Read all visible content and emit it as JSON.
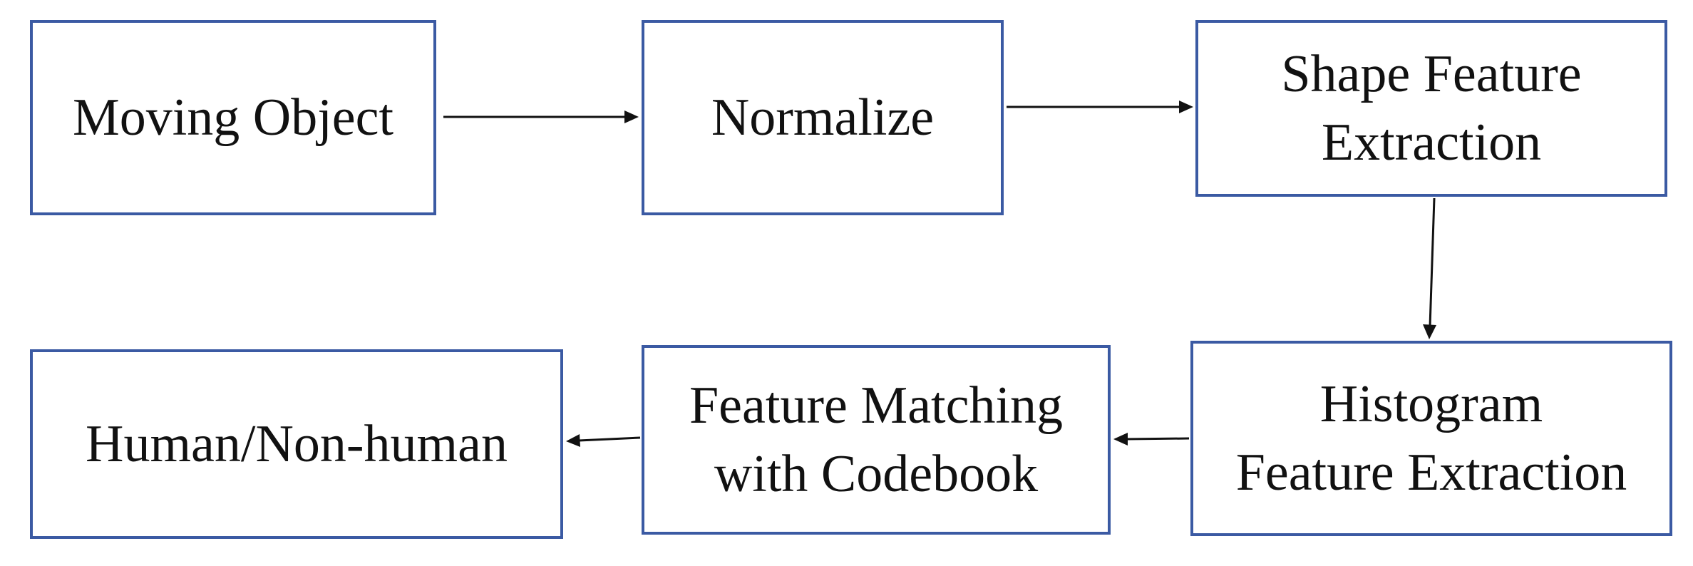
{
  "diagram": {
    "colors": {
      "box_border": "#3b5aa3",
      "arrow": "#111111",
      "text": "#111111"
    },
    "nodes": {
      "moving_object": "Moving Object",
      "normalize": "Normalize",
      "shape_feature_extraction": "Shape Feature\nExtraction",
      "histogram_feature_extraction": "Histogram\nFeature Extraction",
      "feature_matching": "Feature Matching\nwith Codebook",
      "human_nonhuman": "Human/Non-human"
    },
    "edges": [
      {
        "from": "moving_object",
        "to": "normalize"
      },
      {
        "from": "normalize",
        "to": "shape_feature_extraction"
      },
      {
        "from": "shape_feature_extraction",
        "to": "histogram_feature_extraction"
      },
      {
        "from": "histogram_feature_extraction",
        "to": "feature_matching"
      },
      {
        "from": "feature_matching",
        "to": "human_nonhuman"
      }
    ]
  }
}
